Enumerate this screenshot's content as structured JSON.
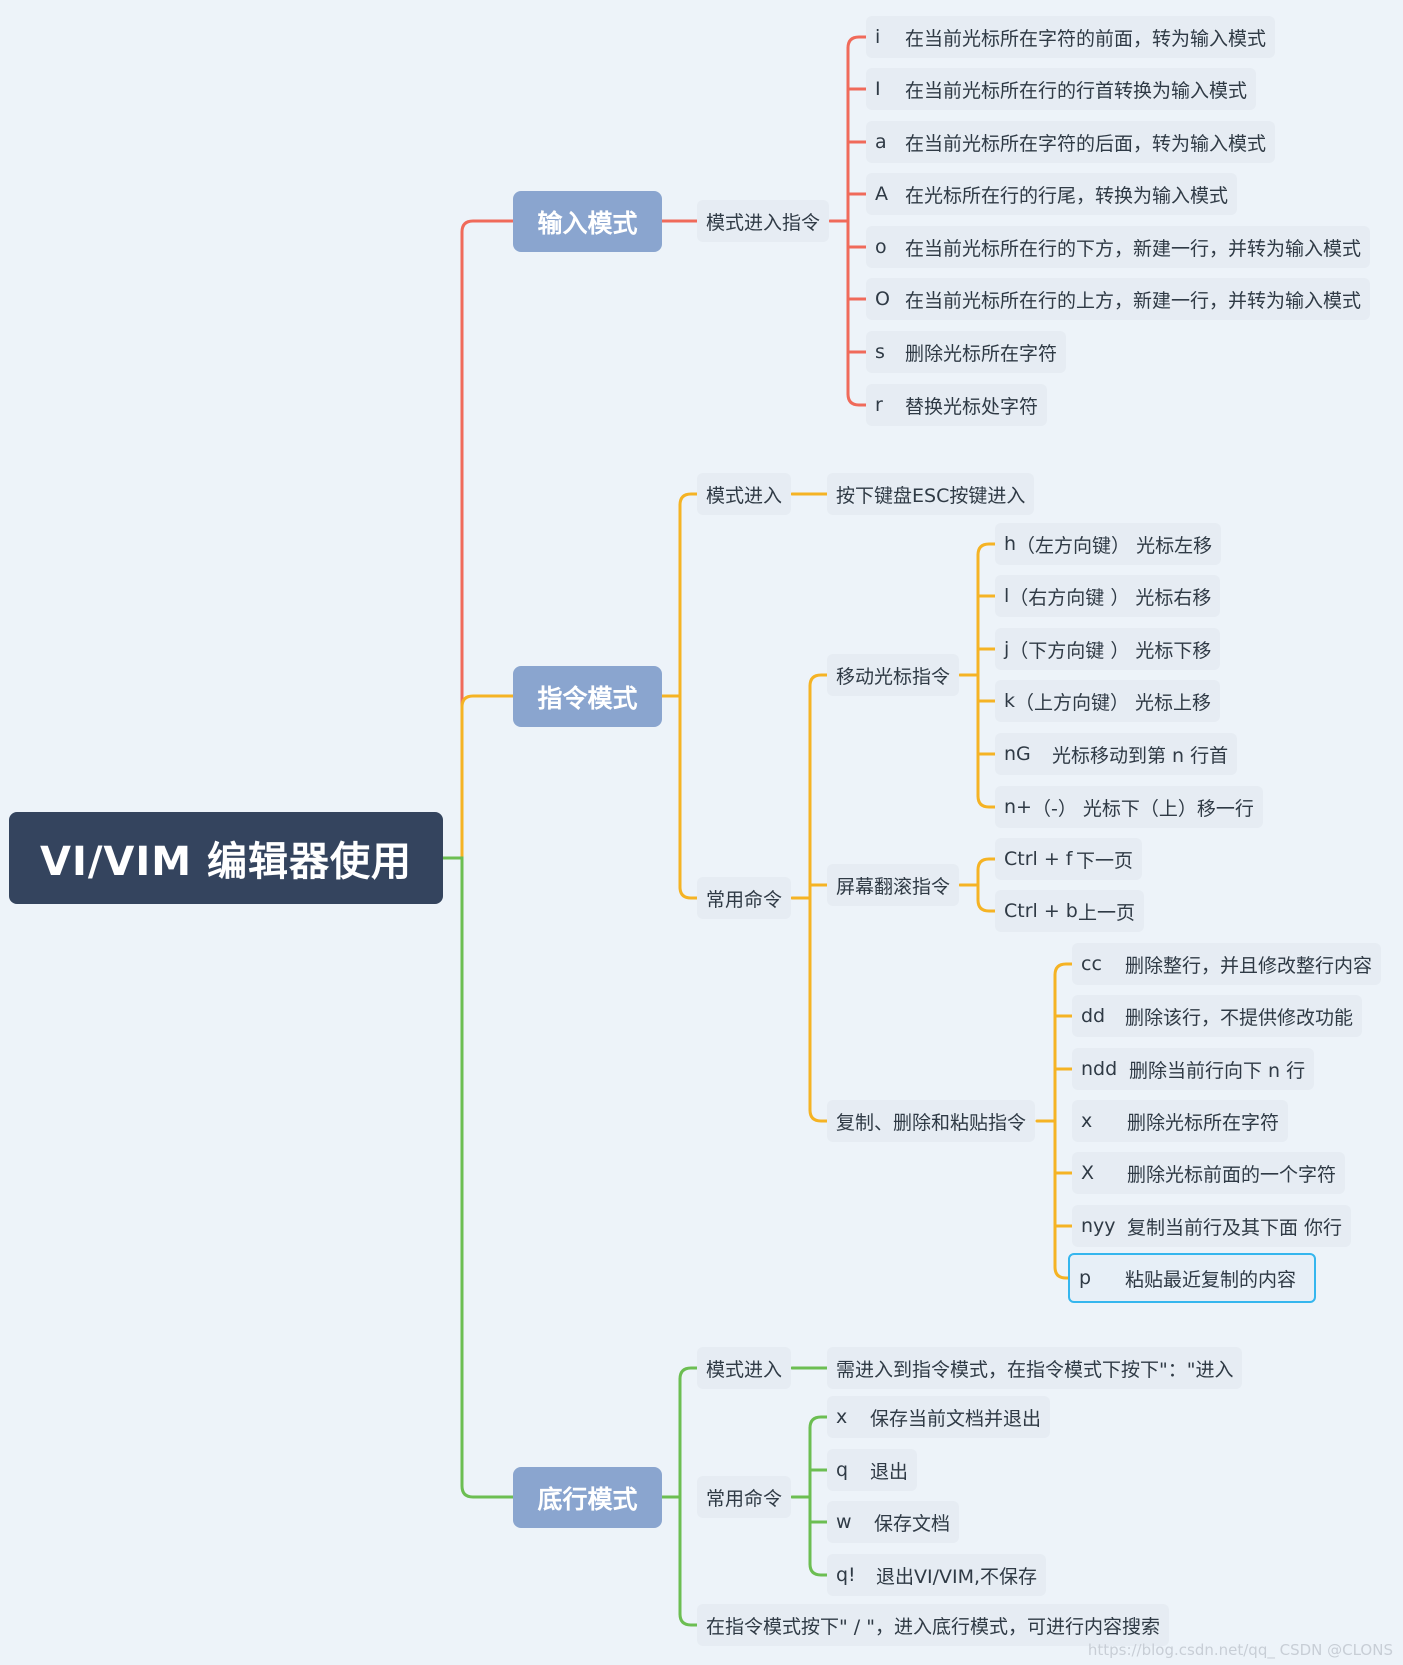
{
  "root": {
    "title": "VI/VIM 编辑器使用"
  },
  "colors": {
    "input": "#f06a5a",
    "command": "#f5b324",
    "lastline": "#6cbe52",
    "root_bg": "#34445e",
    "branch_bg": "#8aa5cf",
    "selected": "#35b6ee"
  },
  "input_mode": {
    "label": "输入模式",
    "child": "模式进入指令",
    "items": [
      {
        "key": "i",
        "desc": "在当前光标所在字符的前面，转为输入模式"
      },
      {
        "key": "I",
        "desc": "在当前光标所在行的行首转换为输入模式"
      },
      {
        "key": "a",
        "desc": "在当前光标所在字符的后面，转为输入模式"
      },
      {
        "key": "A",
        "desc": "在光标所在行的行尾，转换为输入模式"
      },
      {
        "key": "o",
        "desc": "在当前光标所在行的下方，新建一行，并转为输入模式"
      },
      {
        "key": "O",
        "desc": "在当前光标所在行的上方，新建一行，并转为输入模式"
      },
      {
        "key": "s",
        "desc": "删除光标所在字符"
      },
      {
        "key": "r",
        "desc": "替换光标处字符"
      }
    ]
  },
  "command_mode": {
    "label": "指令模式",
    "enter": {
      "label": "模式进入",
      "text": "按下键盘ESC按键进入"
    },
    "common": {
      "label": "常用命令",
      "move": {
        "label": "移动光标指令",
        "items": [
          {
            "key": "h",
            "desc": "（左方向键）  光标左移"
          },
          {
            "key": "l",
            "desc": "（右方向键 ）  光标右移"
          },
          {
            "key": "j",
            "desc": "（下方向键 ）   光标下移"
          },
          {
            "key": "k",
            "desc": "（上方向键）   光标上移"
          },
          {
            "key": "nG",
            "desc": "光标移动到第 n 行首"
          },
          {
            "key": "n+",
            "desc": "（-）   光标下（上）移一行"
          }
        ]
      },
      "scroll": {
        "label": "屏幕翻滚指令",
        "items": [
          {
            "key": "Ctrl + f",
            "desc": "下一页"
          },
          {
            "key": "Ctrl + b",
            "desc": "上一页"
          }
        ]
      },
      "edit": {
        "label": "复制、删除和粘贴指令",
        "items": [
          {
            "key": "cc",
            "desc": "删除整行，并且修改整行内容"
          },
          {
            "key": "dd",
            "desc": "删除该行，不提供修改功能"
          },
          {
            "key": "ndd",
            "desc": "删除当前行向下 n 行"
          },
          {
            "key": "x",
            "desc": "删除光标所在字符"
          },
          {
            "key": "X",
            "desc": "删除光标前面的一个字符"
          },
          {
            "key": "nyy",
            "desc": "复制当前行及其下面 你行"
          },
          {
            "key": "p",
            "desc": "粘贴最近复制的内容"
          }
        ]
      }
    }
  },
  "lastline_mode": {
    "label": "底行模式",
    "enter": {
      "label": "模式进入",
      "text": "需进入到指令模式，在指令模式下按下\"：\"进入"
    },
    "common": {
      "label": "常用命令",
      "items": [
        {
          "key": "x",
          "desc": "保存当前文档并退出"
        },
        {
          "key": "q",
          "desc": "退出"
        },
        {
          "key": "w",
          "desc": "保存文档"
        },
        {
          "key": "q!",
          "desc": "退出VI/VIM,不保存"
        }
      ]
    },
    "search": "在指令模式按下\" / \"，进入底行模式，可进行内容搜索"
  },
  "watermark": "https://blog.csdn.net/qq_    CSDN @CLONS"
}
